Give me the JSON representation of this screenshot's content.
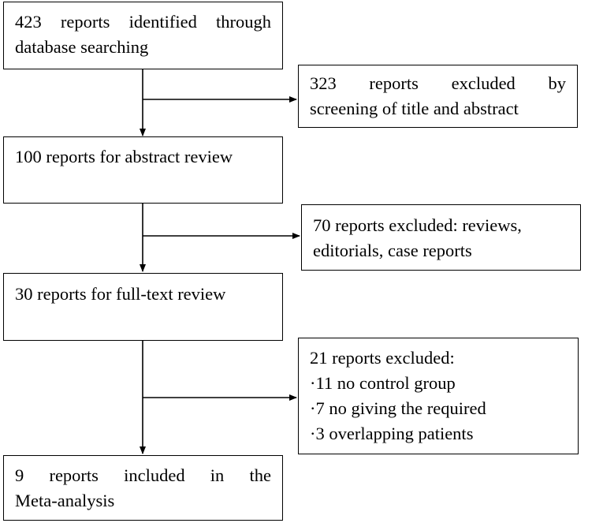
{
  "flow": {
    "identified": {
      "line1": "423 reports identified through",
      "line2": "database searching"
    },
    "excluded_screening": {
      "line1": "323 reports excluded by",
      "line2": "screening of title and abstract"
    },
    "abstract_review": {
      "line1": "100 reports for abstract review"
    },
    "excluded_abstract": {
      "line1": "70 reports excluded: reviews,",
      "line2": "editorials, case reports"
    },
    "fulltext_review": {
      "line1": "30 reports for full-text review"
    },
    "excluded_fulltext": {
      "line1": "21 reports excluded:",
      "items": [
        "·11 no control group",
        "·7 no giving the required",
        "·3 overlapping patients"
      ]
    },
    "included": {
      "line1": "9 reports included in the",
      "line2": "Meta-analysis"
    }
  }
}
